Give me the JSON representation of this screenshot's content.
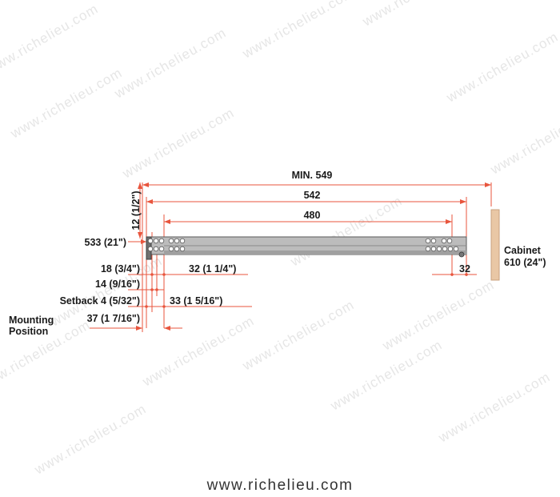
{
  "watermark": "www.richelieu.com",
  "footer": {
    "url": "www.richelieu.com"
  },
  "colors": {
    "dimension_line": "#e8553d",
    "slide_body": "#bcbcbc",
    "slide_outline": "#5a5a5a",
    "cabinet_side": "#e9c7a5",
    "text": "#1a1a1a"
  },
  "dimensions": {
    "overall_min": "MIN. 549",
    "slide_length": "542",
    "hole_span": "480",
    "vertical_offset": "12 (1/2\")",
    "drawer_length": "533 (21\")",
    "first_hole": "18 (3/4\")",
    "second_hole": "32 (1 1/4\")",
    "rear_hole": "32",
    "front_hole": "14 (9/16\")",
    "setback": "Setback 4 (5/32\")",
    "third_hole": "33 (1 5/16\")",
    "mounting_label_line1": "Mounting",
    "mounting_label_line2": "Position",
    "mounting_position": "37 (1 7/16\")"
  },
  "cabinet": {
    "label_line1": "Cabinet",
    "label_line2": "610 (24\")"
  }
}
